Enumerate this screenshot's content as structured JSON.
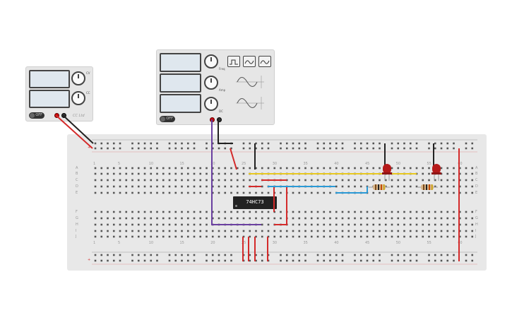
{
  "power_supply": {
    "knob1_label": "CV",
    "knob2_label": "CC",
    "toggle_label": "OFF",
    "brand": "CC Ltd"
  },
  "function_generator": {
    "knob1_label": "Freq",
    "knob2_label": "Amp",
    "knob3_label": "DC",
    "toggle_label": "OFF",
    "waveforms": [
      "square",
      "triangle",
      "sine"
    ]
  },
  "breadboard": {
    "rows_left": [
      "A",
      "B",
      "C",
      "D",
      "E",
      "F",
      "G",
      "H",
      "I",
      "J"
    ],
    "rows_right": [
      "A",
      "B",
      "C",
      "D",
      "E",
      "F",
      "G",
      "H",
      "I",
      "J"
    ],
    "column_numbers": [
      "1",
      "5",
      "10",
      "15",
      "20",
      "25",
      "30",
      "35",
      "40",
      "45",
      "50",
      "55",
      "60"
    ],
    "rail_plus": "+",
    "rail_minus": "-"
  },
  "chip": {
    "label": "74HC73"
  },
  "colors": {
    "wire_red": "#d42a2a",
    "wire_black": "#222222",
    "wire_purple": "#6a3fa0",
    "wire_yellow": "#e8c81f",
    "wire_blue": "#2b9ad6",
    "led_red": "#b51a1a"
  }
}
